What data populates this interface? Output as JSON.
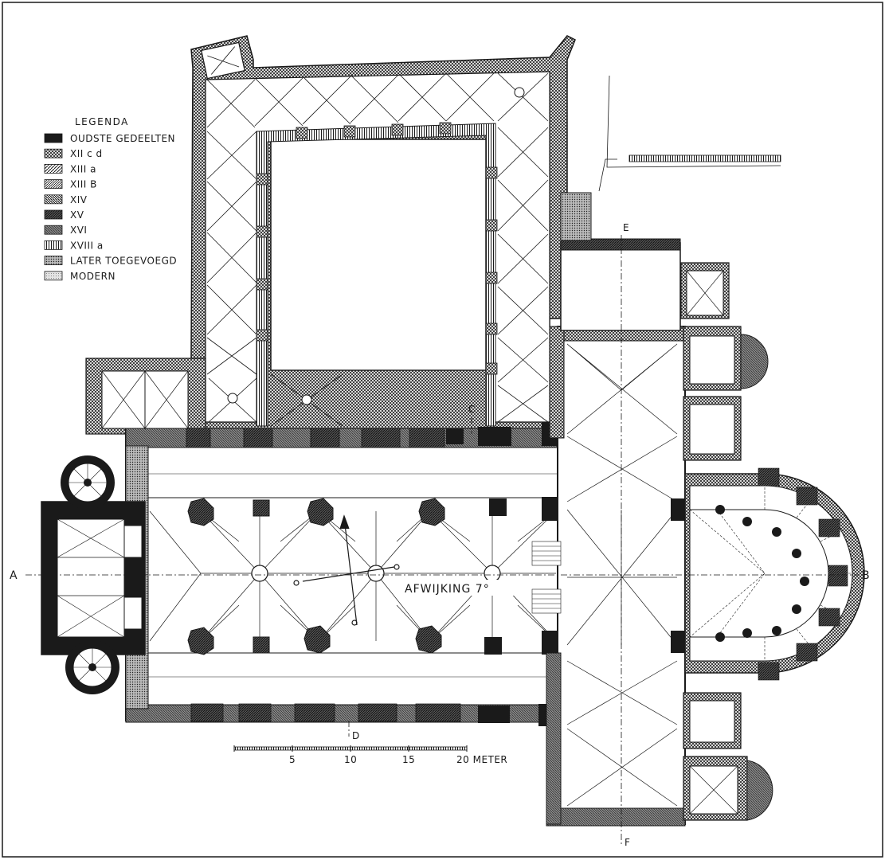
{
  "legend": {
    "title": "LEGENDA",
    "items": [
      {
        "label": "OUDSTE GEDEELTEN",
        "pattern": "p-solid"
      },
      {
        "label": "XII c d",
        "pattern": "p-cross"
      },
      {
        "label": "XIII a",
        "pattern": "p-diag"
      },
      {
        "label": "XIII B",
        "pattern": "p-diag2"
      },
      {
        "label": "XIV",
        "pattern": "p-diag3"
      },
      {
        "label": "XV",
        "pattern": "p-dark"
      },
      {
        "label": "XVI",
        "pattern": "p-mid"
      },
      {
        "label": "XVIII a",
        "pattern": "p-vert"
      },
      {
        "label": "LATER TOEGEVOEGD",
        "pattern": "p-dot"
      },
      {
        "label": "MODERN",
        "pattern": "p-light"
      }
    ]
  },
  "section_markers": {
    "a": "A",
    "b": "B",
    "c": "C",
    "d": "D",
    "e": "E",
    "f": "F"
  },
  "deviation_label": "AFWIJKING 7°",
  "scale": {
    "ticks": [
      "5",
      "10",
      "15",
      "20 METER"
    ]
  },
  "colors": {
    "ink": "#1a1a1a",
    "wall_dark": "#2b2b2b",
    "paper": "#ffffff"
  }
}
